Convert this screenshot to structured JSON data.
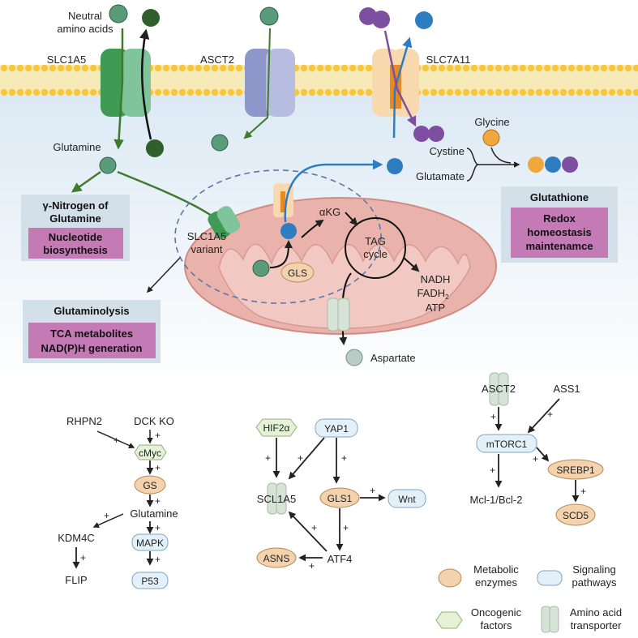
{
  "labels": {
    "neutral_aa": [
      "Neutral",
      "amino acids"
    ],
    "slc1a5": "SLC1A5",
    "asct2_top": "ASCT2",
    "slc7a11": "SLC7A11",
    "glutamine": "Glutamine",
    "glycine": "Glycine",
    "cystine": "Cystine",
    "glutamate": "Glutamate",
    "slc1a5_variant": [
      "SLC1A5",
      "variant"
    ],
    "akg": "αKG",
    "tag_cycle": [
      "TAG",
      "cycle"
    ],
    "gls": "GLS",
    "nadh": "NADH",
    "fadh2_main": "FADH",
    "fadh2_sub": "2",
    "atp": "ATP",
    "aspartate": "Aspartate"
  },
  "boxes": {
    "nitrogen": {
      "title": [
        "γ-Nitrogen of",
        "Glutamine"
      ],
      "inner": [
        "Nucleotide",
        "biosynthesis"
      ]
    },
    "glutaminolysis": {
      "title": "Glutaminolysis",
      "inner": [
        "TCA metabolites",
        "NAD(P)H generation"
      ]
    },
    "glutathione": {
      "title": "Glutathione",
      "inner": [
        "Redox",
        "homeostasis",
        "maintenamce"
      ]
    }
  },
  "network_left": {
    "rhpn2": "RHPN2",
    "dck_ko": "DCK KO",
    "cmyc": "cMyc",
    "gs": "GS",
    "glutamine": "Glutamine",
    "kdm4c": "KDM4C",
    "mapk": "MAPK",
    "flip": "FLIP",
    "p53": "P53"
  },
  "network_mid": {
    "hif2a": "HIF2α",
    "yap1": "YAP1",
    "scl1a5": "SCL1A5",
    "gls1": "GLS1",
    "wnt": "Wnt",
    "asns": "ASNS",
    "atf4": "ATF4"
  },
  "network_right": {
    "asct2": "ASCT2",
    "ass1": "ASS1",
    "mtorc1": "mTORC1",
    "srebp1": "SREBP1",
    "mcl1": "Mcl-1/Bcl-2",
    "scd5": "SCD5"
  },
  "plus": "+",
  "legend": {
    "metabolic": [
      "Metabolic",
      "enzymes"
    ],
    "signaling": [
      "Signaling",
      "pathways"
    ],
    "oncogenic": [
      "Oncogenic",
      "factors"
    ],
    "transporter": [
      "Amino acid",
      "transporter"
    ]
  },
  "colors": {
    "membrane_band": "#f3e6a4",
    "lipid_head": "#f6c63d",
    "cytoplasm": "#e8f1f8",
    "green_dark": "#2f5f2c",
    "green_mid": "#3f7a2f",
    "teal_ball": "#5a9b7a",
    "blue": "#2f7dc1",
    "purple": "#7e4ea0",
    "orange": "#f0a83c",
    "mito": "#e9b3ac",
    "box_bg": "#d3dfe9",
    "box_inner": "#c47bb5",
    "enzyme": "#f3d2ad",
    "signal": "#e4f0f8",
    "onco": "#e6f2d6"
  }
}
